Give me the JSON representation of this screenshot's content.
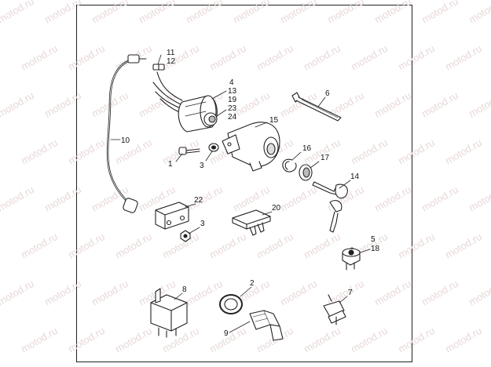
{
  "watermark": {
    "text": "motod.ru",
    "color": "#e8d8d8"
  },
  "callouts": {
    "n1": "1",
    "n2": "2",
    "n3a": "3",
    "n3b": "3",
    "n4": "4",
    "n5": "5",
    "n6": "6",
    "n7": "7",
    "n8": "8",
    "n9": "9",
    "n10": "10",
    "n11": "11",
    "n12": "12",
    "n13": "13",
    "n14": "14",
    "n15": "15",
    "n16": "16",
    "n17": "17",
    "n18": "18",
    "n19": "19",
    "n20": "20",
    "n22": "22",
    "n23": "23",
    "n24": "24"
  },
  "parts": {
    "ignition_cable": "ignition-cable",
    "ignition_switch": "ignition-switch",
    "switch_housing": "switch-housing",
    "cable_tie": "cable-tie",
    "key": "ignition-key",
    "relay": "relay",
    "fuse_block": "fuse-block",
    "diode_block": "diode-block",
    "oil_pressure_switch": "pressure-switch",
    "temperature_sensor": "temperature-sensor",
    "neutral_switch": "neutral-switch"
  },
  "colors": {
    "line": "#222222",
    "fill": "#ffffff",
    "shade": "#bbbbbb"
  }
}
